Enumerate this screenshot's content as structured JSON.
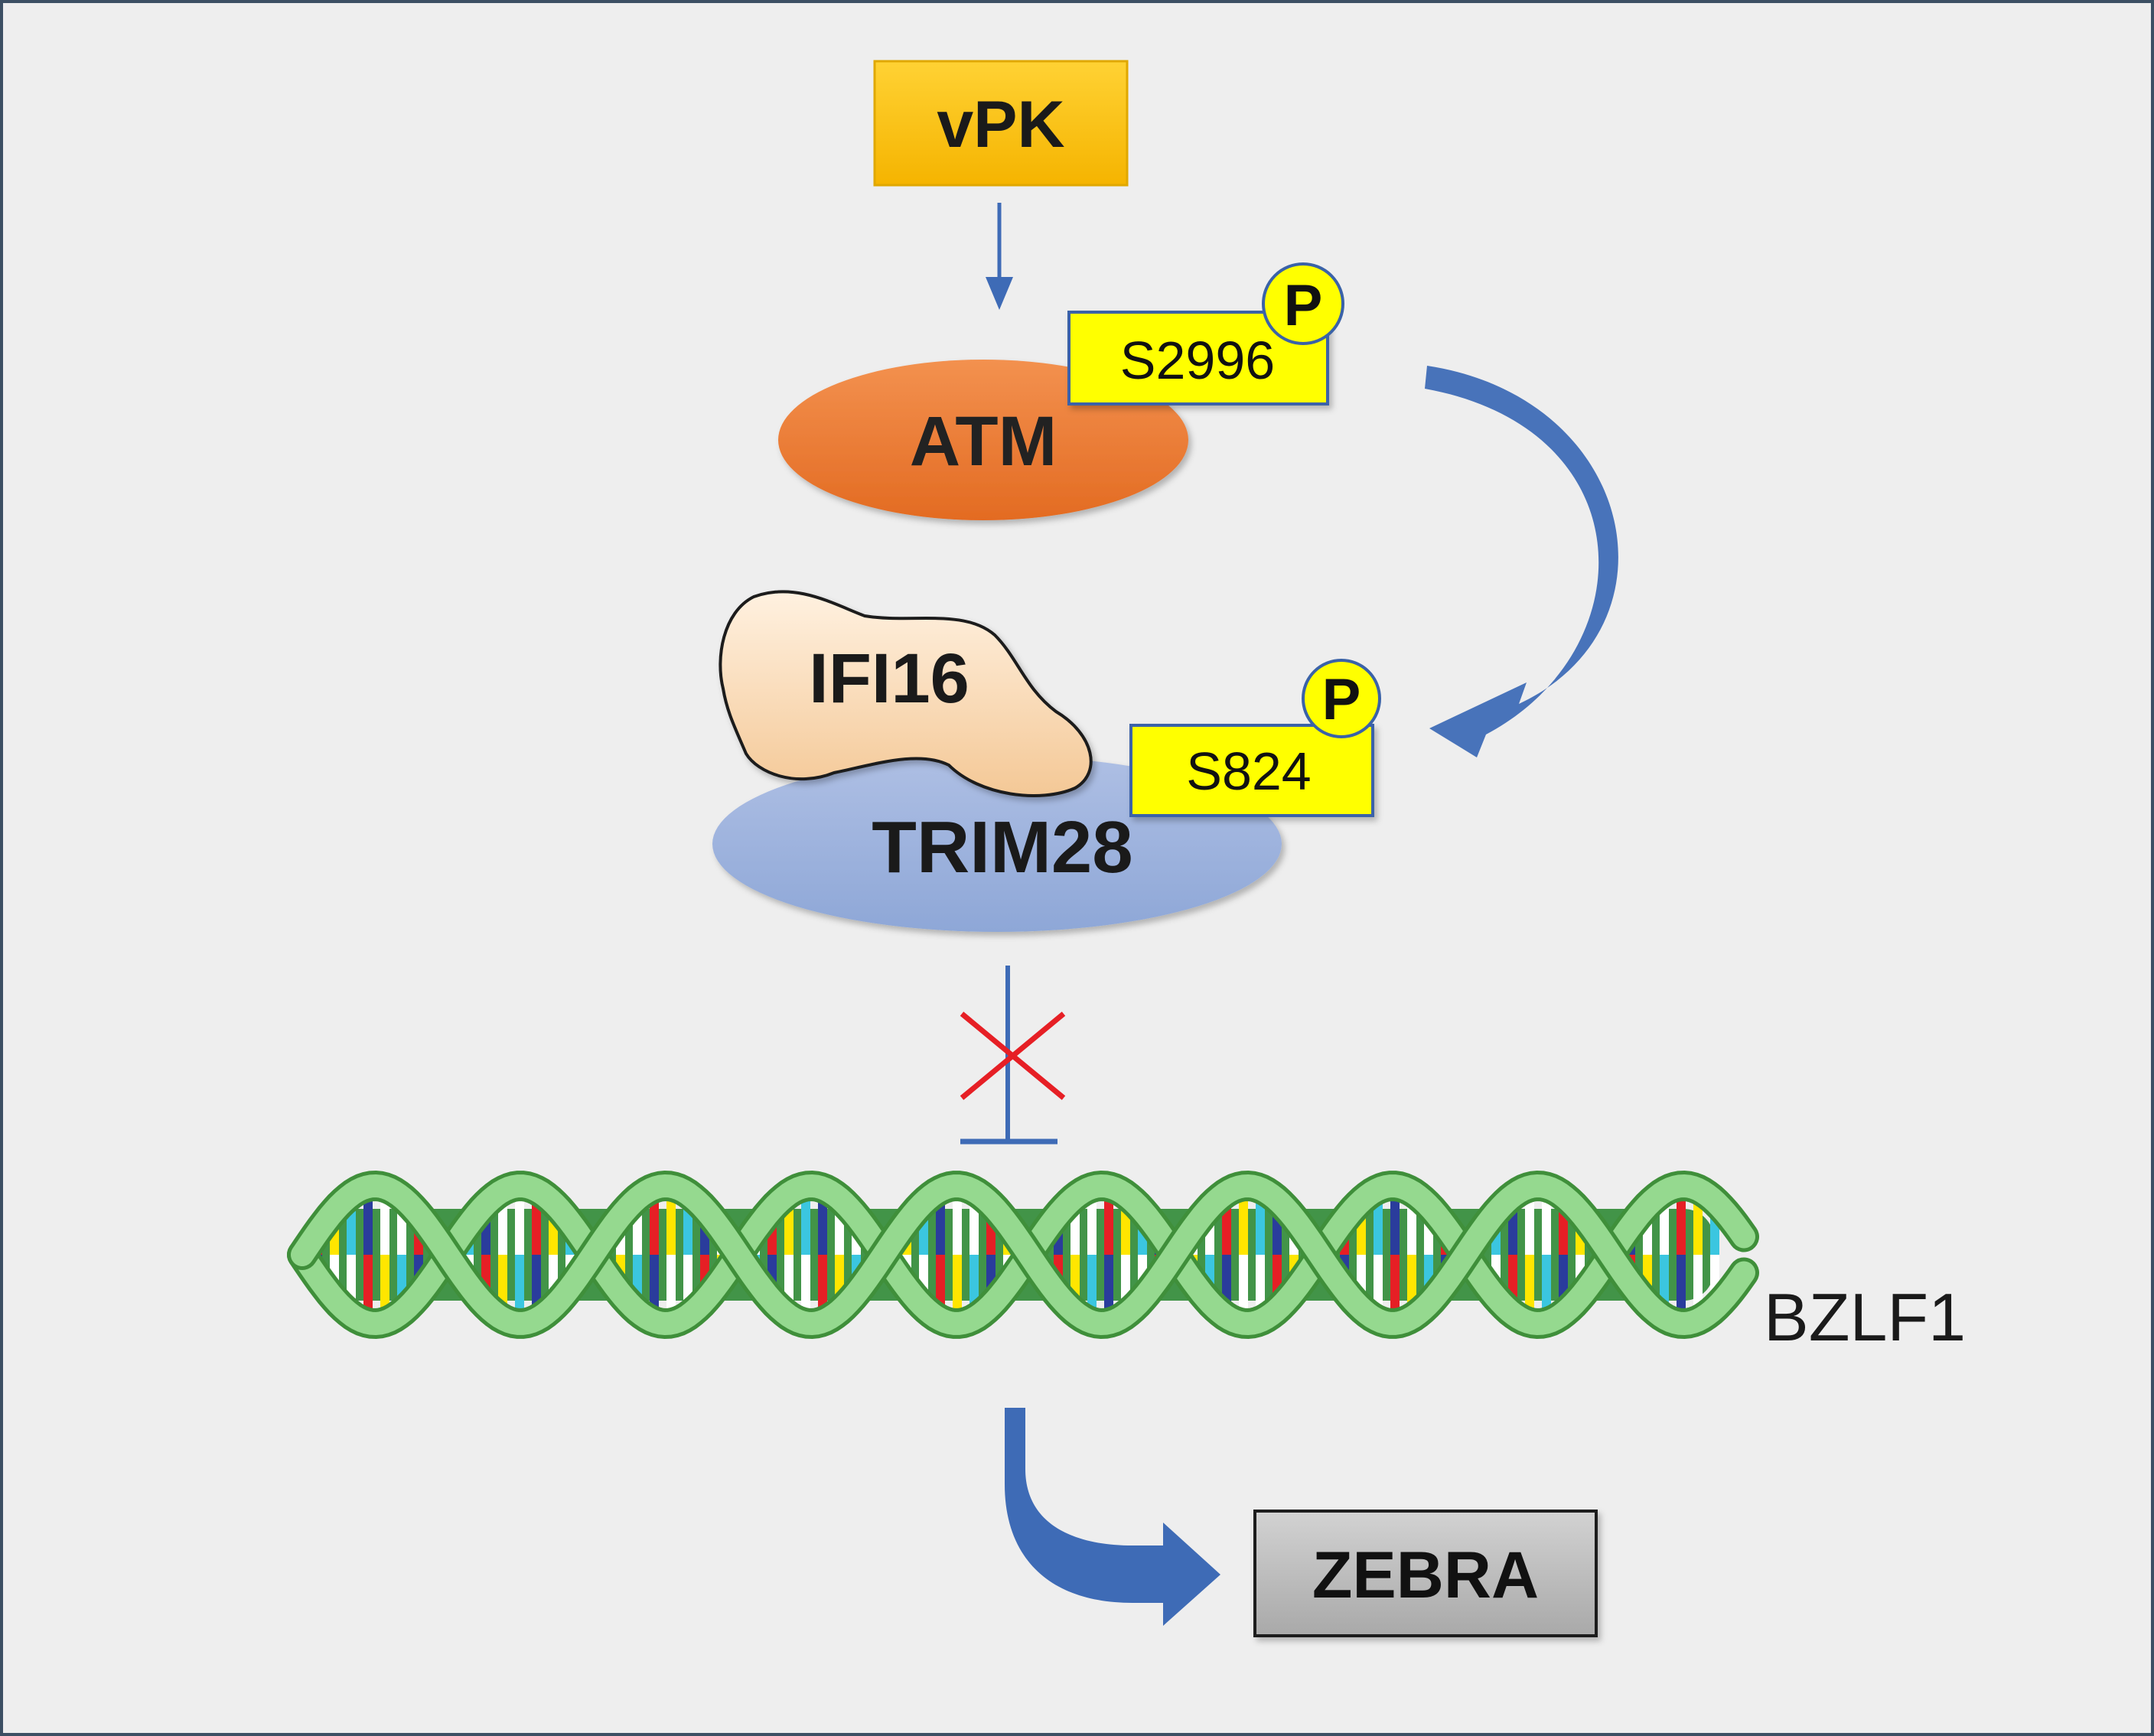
{
  "nodes": {
    "vpk": {
      "label": "vPK"
    },
    "atm": {
      "label": "ATM"
    },
    "atm_site": {
      "label": "S2996"
    },
    "ifi16": {
      "label": "IFI16"
    },
    "trim28": {
      "label": "TRIM28"
    },
    "trim28_site": {
      "label": "S824"
    },
    "gene": {
      "label": "BZLF1"
    },
    "product": {
      "label": "ZEBRA"
    }
  },
  "phospho_label": "P",
  "edges": [
    {
      "from": "vpk",
      "to": "atm",
      "type": "activation"
    },
    {
      "from": "atm",
      "to": "trim28_site",
      "type": "phosphorylation"
    },
    {
      "from": "trim28",
      "to": "gene",
      "type": "inhibition-blocked"
    },
    {
      "from": "gene",
      "to": "product",
      "type": "expression"
    }
  ],
  "colors": {
    "background": "#eeeeee",
    "frame": "#3c4f63",
    "vpk_fill": "#ffc000",
    "atm_fill": "#ee7d34",
    "site_fill": "#ffff00",
    "site_border": "#3a62a8",
    "ifi16_fill": "#fbdcbd",
    "trim28_fill": "#9bb2dd",
    "arrow_blue": "#3e6bb6",
    "inhibit_red": "#e61f25",
    "dna_backbone": "#8fd48a",
    "dna_dark": "#2f8a35",
    "zebra_fill": "#bdbdbd"
  }
}
